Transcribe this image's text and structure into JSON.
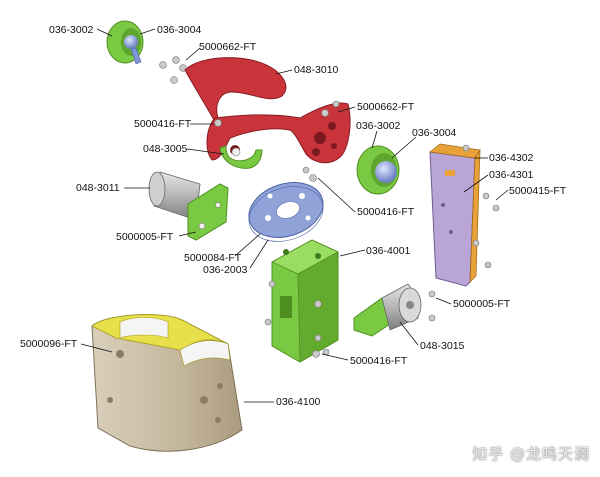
{
  "labels": {
    "l_036_3002_a": "036-3002",
    "l_036_3004_a": "036-3004",
    "l_5000662_a": "5000662-FT",
    "l_048_3010": "048-3010",
    "l_5000662_b": "5000662-FT",
    "l_5000416_a": "5000416-FT",
    "l_036_3002_b": "036-3002",
    "l_036_3004_b": "036-3004",
    "l_048_3005": "048-3005",
    "l_036_4302": "036-4302",
    "l_036_4301": "036-4301",
    "l_5000415": "5000415-FT",
    "l_048_3011": "048-3011",
    "l_5000416_b": "5000416-FT",
    "l_5000005_a": "5000005-FT",
    "l_5000084": "5000084-FT",
    "l_036_4001": "036-4001",
    "l_036_2003": "036-2003",
    "l_5000005_b": "5000005-FT",
    "l_048_3015": "048-3015",
    "l_5000096": "5000096-FT",
    "l_5000416_c": "5000416-FT",
    "l_036_4100": "036-4100"
  },
  "watermark": "知乎 @龙鸣天澜",
  "colors": {
    "green": "#7ac943",
    "green_dark": "#4f8f22",
    "red": "#c9343b",
    "red_dark": "#8a1d24",
    "blue": "#8fa3d8",
    "purple": "#b9a6d6",
    "orange": "#e8a23a",
    "tan": "#cbbfa9",
    "yellow": "#e8e04a",
    "gray": "#b8b8b8"
  }
}
